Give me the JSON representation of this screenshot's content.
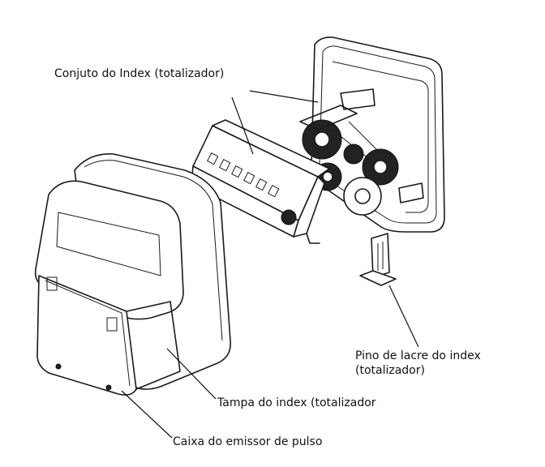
{
  "labels": {
    "index_assembly": "Conjuto do Index (totalizador)",
    "seal_pin_line1": "Pino de lacre do index",
    "seal_pin_line2": "(totalizador)",
    "index_cover": "Tampa do index (totalizador",
    "pulse_emitter_box": "Caixa do emissor de pulso"
  }
}
